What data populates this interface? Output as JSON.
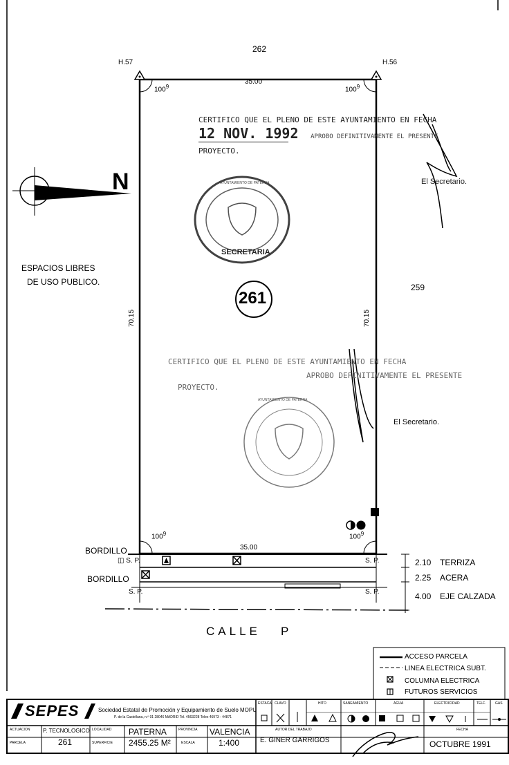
{
  "plot": {
    "parcel_number": "261",
    "neighbor_north": "262",
    "neighbor_east": "259",
    "marker_left": "H.57",
    "marker_right": "H.56",
    "side_top": "35.00",
    "side_bottom": "35.00",
    "side_left": "70.15",
    "side_right": "70.15",
    "angle_top_left": "100",
    "angle_top_right": "100",
    "angle_bottom_left": "100",
    "angle_bottom_right": "100",
    "angle_sup": "9",
    "north_letter": "N",
    "west_area_line1": "ESPACIOS LIBRES",
    "west_area_line2": "DE USO PUBLICO."
  },
  "stamps": {
    "line1": "CERTIFICO QUE EL PLENO DE ESTE AYUNTAMIENTO EN FECHA",
    "date": "12 NOV. 1992",
    "line2_tail": "APROBO DEFINITIVAMENTE EL PRESENTE",
    "line3": "PROYECTO.",
    "secretary": "El Secretario.",
    "secretary2": "El Secretario.",
    "faded_line1": "CERTIFICO QUE EL PLENO DE ESTE AYUNTAMIENTO EN FECHA",
    "faded_line2": "APROBO DEFINITIVAMENTE EL PRESENTE",
    "faded_line3": "PROYECTO.",
    "seal_text": "AYUNTAMIENTO DE PATERNA",
    "seal_bottom": "SECRETARIA"
  },
  "street": {
    "bordillo_top": "BORDILLO",
    "bordillo_mid": "BORDILLO",
    "sp_left_top": "S. P.",
    "sp_right_top": "S. P.",
    "sp_left_bottom": "S. P.",
    "sp_right_bottom": "S. P.",
    "d1": "2.10",
    "d1_label": "TERRIZA",
    "d2": "2.25",
    "d2_label": "ACERA",
    "d3": "4.00",
    "d3_label": "EJE CALZADA",
    "name": "CALLE   P"
  },
  "legend": {
    "items": [
      "ACCESO PARCELA",
      "LINEA ELECTRICA SUBT.",
      "COLUMNA ELECTRICA",
      "FUTUROS SERVICIOS"
    ]
  },
  "titleblock": {
    "logo": "SEPES",
    "org": "Sociedad Estatal de Promoción y Equipamiento de Suelo  MOPU",
    "address": "P. de la Castellana, n.º 91  28046 MADRID  Tel. 4563228  Telex 46973 - 44871",
    "h_estaca": "ESTACA",
    "h_clavo": "CLAVO",
    "h_hito": "HITO",
    "h_saneamiento": "SANEAMIENTO",
    "h_agua": "AGUA",
    "h_electricidad": "ELECTRICIDAD",
    "h_telf": "TELF.",
    "h_gas": "GAS",
    "l_actuacion": "ACTUACION",
    "v_actuacion": "P. TECNOLOGICO",
    "l_localidad": "LOCALIDAD",
    "v_localidad": "PATERNA",
    "l_provincia": "PROVINCIA",
    "v_provincia": "VALENCIA",
    "l_parcela": "PARCELA",
    "v_parcela": "261",
    "l_superficie": "SUPERFICIE",
    "v_superficie": "2455.25 M²",
    "l_escala": "ESCALA",
    "v_escala": "1:400",
    "l_autor": "AUTOR DEL TRABAJO",
    "v_autor": "E. GINER GARRIGOS",
    "l_fecha": "FECHA",
    "v_fecha": "OCTUBRE 1991"
  }
}
